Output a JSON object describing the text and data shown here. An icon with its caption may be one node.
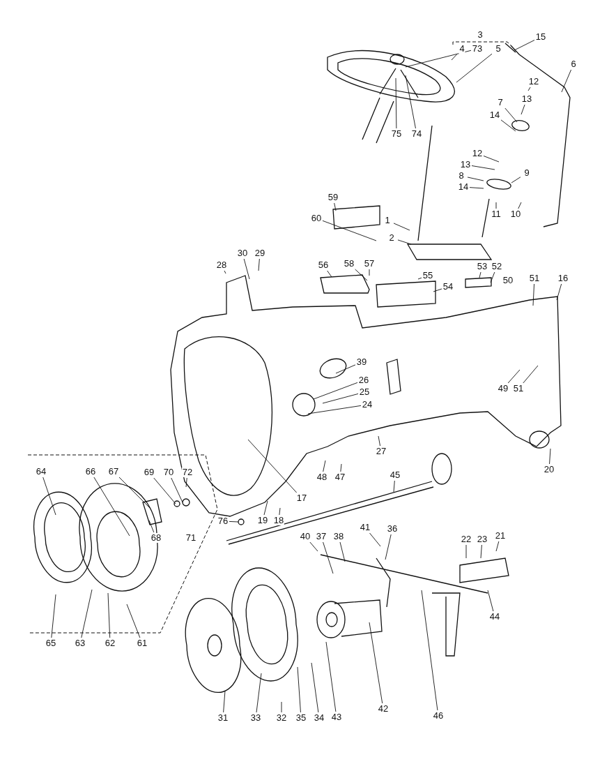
{
  "diagram": {
    "nodes": [
      {
        "text": [
          "4"
        ]
      },
      {
        "text": [
          "73"
        ]
      },
      {
        "text": [
          "5"
        ]
      },
      {
        "text": [
          "15"
        ]
      },
      {
        "text": [
          "6"
        ]
      },
      {
        "text": [
          "12"
        ]
      },
      {
        "text": [
          "13"
        ]
      },
      {
        "text": [
          "7"
        ]
      },
      {
        "text": [
          "14"
        ]
      },
      {
        "text": [
          "75"
        ]
      },
      {
        "text": [
          "74"
        ]
      },
      {
        "text": [
          "12"
        ]
      },
      {
        "text": [
          "13"
        ]
      },
      {
        "text": [
          "8"
        ]
      },
      {
        "text": [
          "9"
        ]
      },
      {
        "text": [
          "14"
        ]
      },
      {
        "text": [
          "59"
        ]
      },
      {
        "text": [
          "11"
        ]
      },
      {
        "text": [
          "10"
        ]
      },
      {
        "text": [
          "60"
        ]
      },
      {
        "text": [
          "1"
        ]
      },
      {
        "text": [
          "2"
        ]
      },
      {
        "text": [
          "28"
        ]
      },
      {
        "text": [
          "30"
        ]
      },
      {
        "text": [
          "29"
        ]
      },
      {
        "text": [
          "56"
        ]
      },
      {
        "text": [
          "58"
        ]
      },
      {
        "text": [
          "57"
        ]
      },
      {
        "text": [
          "55"
        ]
      },
      {
        "text": [
          "53"
        ]
      },
      {
        "text": [
          "52"
        ]
      },
      {
        "text": [
          "51"
        ]
      },
      {
        "text": [
          "16"
        ]
      },
      {
        "text": [
          "54"
        ]
      },
      {
        "text": [
          "39"
        ]
      },
      {
        "text": [
          "26"
        ]
      },
      {
        "text": [
          "25"
        ]
      },
      {
        "text": [
          "24"
        ]
      },
      {
        "text": [
          "49"
        ]
      },
      {
        "text": [
          "51"
        ]
      },
      {
        "text": [
          "27"
        ]
      },
      {
        "text": [
          "20"
        ]
      },
      {
        "text": [
          "48"
        ]
      },
      {
        "text": [
          "47"
        ]
      },
      {
        "text": [
          "17"
        ]
      },
      {
        "text": [
          "45"
        ]
      },
      {
        "text": [
          "19"
        ]
      },
      {
        "text": [
          "18"
        ]
      },
      {
        "text": [
          "76"
        ]
      },
      {
        "text": [
          "64"
        ]
      },
      {
        "text": [
          "66"
        ]
      },
      {
        "text": [
          "67"
        ]
      },
      {
        "text": [
          "69"
        ]
      },
      {
        "text": [
          "70"
        ]
      },
      {
        "text": [
          "72"
        ]
      },
      {
        "text": [
          "68"
        ]
      },
      {
        "text": [
          "40"
        ]
      },
      {
        "text": [
          "37"
        ]
      },
      {
        "text": [
          "38"
        ]
      },
      {
        "text": [
          "41"
        ]
      },
      {
        "text": [
          "36"
        ]
      },
      {
        "text": [
          "22"
        ]
      },
      {
        "text": [
          "23"
        ]
      },
      {
        "text": [
          "21"
        ]
      },
      {
        "text": [
          "44"
        ]
      },
      {
        "text": [
          "65"
        ]
      },
      {
        "text": [
          "63"
        ]
      },
      {
        "text": [
          "62"
        ]
      },
      {
        "text": [
          "61"
        ]
      },
      {
        "text": [
          "31"
        ]
      },
      {
        "text": [
          "33"
        ]
      },
      {
        "text": [
          "32"
        ]
      },
      {
        "text": [
          "35"
        ]
      },
      {
        "text": [
          "34"
        ]
      },
      {
        "text": [
          "43"
        ]
      },
      {
        "text": [
          "42"
        ]
      },
      {
        "text": [
          "46"
        ]
      },
      {
        "text": [
          "50"
        ]
      },
      {
        "text": [
          "71"
        ]
      }
    ],
    "edges": [
      {
        "from": 0,
        "to": null,
        "arrow": "none"
      },
      {
        "from": 1,
        "to": null,
        "arrow": "none"
      },
      {
        "from": 2,
        "to": null,
        "arrow": "none"
      },
      {
        "from": 3,
        "to": null,
        "arrow": "none"
      },
      {
        "from": 4,
        "to": null,
        "arrow": "none"
      },
      {
        "from": 5,
        "to": null,
        "arrow": "none"
      },
      {
        "from": 6,
        "to": null,
        "arrow": "none"
      },
      {
        "from": 7,
        "to": null,
        "arrow": "none"
      },
      {
        "from": 8,
        "to": null,
        "arrow": "none"
      },
      {
        "from": 9,
        "to": null,
        "arrow": "none"
      },
      {
        "from": 10,
        "to": null,
        "arrow": "none"
      },
      {
        "from": 11,
        "to": null,
        "arrow": "none"
      },
      {
        "from": 12,
        "to": null,
        "arrow": "none"
      },
      {
        "from": 13,
        "to": null,
        "arrow": "none"
      },
      {
        "from": 14,
        "to": null,
        "arrow": "none"
      },
      {
        "from": 15,
        "to": null,
        "arrow": "none"
      },
      {
        "from": 16,
        "to": null,
        "arrow": "none"
      },
      {
        "from": 17,
        "to": null,
        "arrow": "none"
      },
      {
        "from": 18,
        "to": null,
        "arrow": "none"
      },
      {
        "from": 19,
        "to": null,
        "arrow": "none"
      },
      {
        "from": 20,
        "to": null,
        "arrow": "none"
      },
      {
        "from": 21,
        "to": null,
        "arrow": "none"
      },
      {
        "from": 22,
        "to": null,
        "arrow": "none"
      },
      {
        "from": 23,
        "to": null,
        "arrow": "none"
      },
      {
        "from": 24,
        "to": null,
        "arrow": "none"
      },
      {
        "from": 25,
        "to": null,
        "arrow": "none"
      },
      {
        "from": 26,
        "to": null,
        "arrow": "none"
      },
      {
        "from": 27,
        "to": null,
        "arrow": "none"
      },
      {
        "from": 28,
        "to": null,
        "arrow": "none"
      },
      {
        "from": 29,
        "to": null,
        "arrow": "none"
      },
      {
        "from": 30,
        "to": null,
        "arrow": "none"
      },
      {
        "from": 31,
        "to": null,
        "arrow": "none"
      },
      {
        "from": 32,
        "to": null,
        "arrow": "none"
      },
      {
        "from": 33,
        "to": null,
        "arrow": "none"
      },
      {
        "from": 34,
        "to": null,
        "arrow": "none"
      },
      {
        "from": 35,
        "to": null,
        "arrow": "none"
      },
      {
        "from": 36,
        "to": null,
        "arrow": "none"
      },
      {
        "from": 37,
        "to": null,
        "arrow": "none"
      },
      {
        "from": 38,
        "to": null,
        "arrow": "none"
      },
      {
        "from": 39,
        "to": null,
        "arrow": "none"
      },
      {
        "from": 40,
        "to": null,
        "arrow": "none"
      },
      {
        "from": 41,
        "to": null,
        "arrow": "none"
      },
      {
        "from": 42,
        "to": null,
        "arrow": "none"
      },
      {
        "from": 43,
        "to": null,
        "arrow": "none"
      },
      {
        "from": 44,
        "to": null,
        "arrow": "none"
      },
      {
        "from": 45,
        "to": null,
        "arrow": "none"
      },
      {
        "from": 46,
        "to": null,
        "arrow": "none"
      },
      {
        "from": 47,
        "to": null,
        "arrow": "none"
      },
      {
        "from": 48,
        "to": null,
        "arrow": "none"
      },
      {
        "from": 49,
        "to": null,
        "arrow": "none"
      },
      {
        "from": 50,
        "to": null,
        "arrow": "none"
      },
      {
        "from": 51,
        "to": null,
        "arrow": "none"
      },
      {
        "from": 52,
        "to": null,
        "arrow": "none"
      },
      {
        "from": 53,
        "to": null,
        "arrow": "none"
      },
      {
        "from": 54,
        "to": null,
        "arrow": "none"
      },
      {
        "from": 55,
        "to": null,
        "arrow": "none"
      },
      {
        "from": 56,
        "to": null,
        "arrow": "none"
      },
      {
        "from": 57,
        "to": null,
        "arrow": "none"
      },
      {
        "from": 58,
        "to": null,
        "arrow": "none"
      },
      {
        "from": 59,
        "to": null,
        "arrow": "none"
      },
      {
        "from": 60,
        "to": null,
        "arrow": "none"
      },
      {
        "from": 61,
        "to": null,
        "arrow": "none"
      },
      {
        "from": 62,
        "to": null,
        "arrow": "none"
      },
      {
        "from": 63,
        "to": null,
        "arrow": "none"
      },
      {
        "from": 64,
        "to": null,
        "arrow": "none"
      },
      {
        "from": 65,
        "to": null,
        "arrow": "none"
      },
      {
        "from": 66,
        "to": null,
        "arrow": "none"
      },
      {
        "from": 67,
        "to": null,
        "arrow": "none"
      },
      {
        "from": 68,
        "to": null,
        "arrow": "none"
      },
      {
        "from": 69,
        "to": null,
        "arrow": "none"
      },
      {
        "from": 70,
        "to": null,
        "arrow": "none"
      },
      {
        "from": 71,
        "to": null,
        "arrow": "none"
      },
      {
        "from": 72,
        "to": null,
        "arrow": "none"
      },
      {
        "from": 73,
        "to": null,
        "arrow": "none"
      },
      {
        "from": 74,
        "to": null,
        "arrow": "none"
      },
      {
        "from": 75,
        "to": null,
        "arrow": "none"
      },
      {
        "from": 76,
        "to": null,
        "arrow": "none"
      }
    ],
    "labels": [
      "3"
    ]
  }
}
